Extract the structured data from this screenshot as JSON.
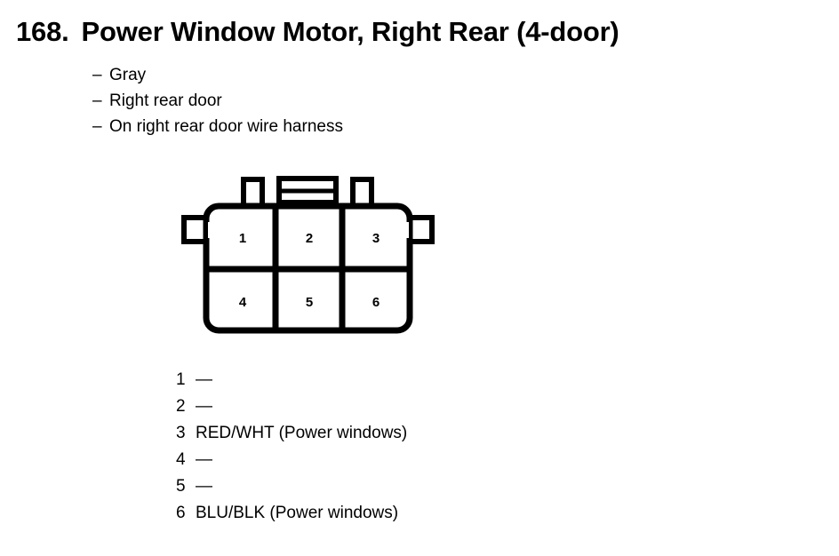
{
  "title": {
    "number": "168.",
    "name": "Power Window Motor, Right Rear (4-door)"
  },
  "attributes": [
    {
      "dash": "–",
      "label": "Gray"
    },
    {
      "dash": "–",
      "label": "Right rear door"
    },
    {
      "dash": "–",
      "label": "On right rear door wire harness"
    }
  ],
  "connector": {
    "type": "6-pin rectangular connector",
    "rows": 2,
    "columns": 3,
    "cavities": [
      {
        "id": "1",
        "row": 0,
        "col": 0
      },
      {
        "id": "2",
        "row": 0,
        "col": 1
      },
      {
        "id": "3",
        "row": 0,
        "col": 2
      },
      {
        "id": "4",
        "row": 1,
        "col": 0
      },
      {
        "id": "5",
        "row": 1,
        "col": 1
      },
      {
        "id": "6",
        "row": 1,
        "col": 2
      }
    ],
    "stroke_color": "#000000",
    "fill_color": "#ffffff"
  },
  "pin_legend": [
    {
      "pin": "1",
      "description": "—"
    },
    {
      "pin": "2",
      "description": "—"
    },
    {
      "pin": "3",
      "description": "RED/WHT (Power windows)"
    },
    {
      "pin": "4",
      "description": "—"
    },
    {
      "pin": "5",
      "description": "—"
    },
    {
      "pin": "6",
      "description": "BLU/BLK (Power windows)"
    }
  ]
}
